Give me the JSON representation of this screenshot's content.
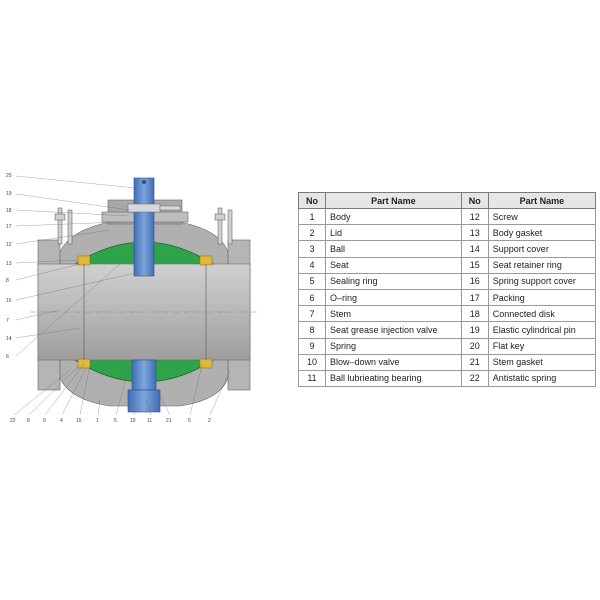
{
  "table": {
    "headers": [
      "No",
      "Part Name",
      "No",
      "Part Name"
    ],
    "rows": [
      [
        "1",
        "Body",
        "12",
        "Screw"
      ],
      [
        "2",
        "Lid",
        "13",
        "Body gasket"
      ],
      [
        "3",
        "Ball",
        "14",
        "Support cover"
      ],
      [
        "4",
        "Seat",
        "15",
        "Seat retainer ring"
      ],
      [
        "5",
        "Sealing ring",
        "16",
        "Spring support cover"
      ],
      [
        "6",
        "O–ring",
        "17",
        "Packing"
      ],
      [
        "7",
        "Stem",
        "18",
        "Connected disk"
      ],
      [
        "8",
        "Seat grease injection valve",
        "19",
        "Elastic cylindrical pin"
      ],
      [
        "9",
        "Spring",
        "20",
        "Flat key"
      ],
      [
        "10",
        "Blow–down valve",
        "21",
        "Stem gasket"
      ],
      [
        "11",
        "Ball lubrieating bearing",
        "22",
        "Antistatic spring"
      ]
    ]
  },
  "diagram": {
    "left_callouts": [
      "20",
      "19",
      "18",
      "17",
      "12",
      "13",
      "8",
      "16",
      "7",
      "14",
      "6"
    ],
    "bottom_callouts": [
      "22",
      "8",
      "9",
      "4",
      "15",
      "1",
      "5",
      "10",
      "11",
      "21",
      "5",
      "2"
    ],
    "colors": {
      "body": "#b0b0b0",
      "bore": "#c2c2c2",
      "ball": "#2fa34a",
      "stem": "#5b86c6",
      "seat": "#e0b93a",
      "outline": "#555555"
    }
  }
}
